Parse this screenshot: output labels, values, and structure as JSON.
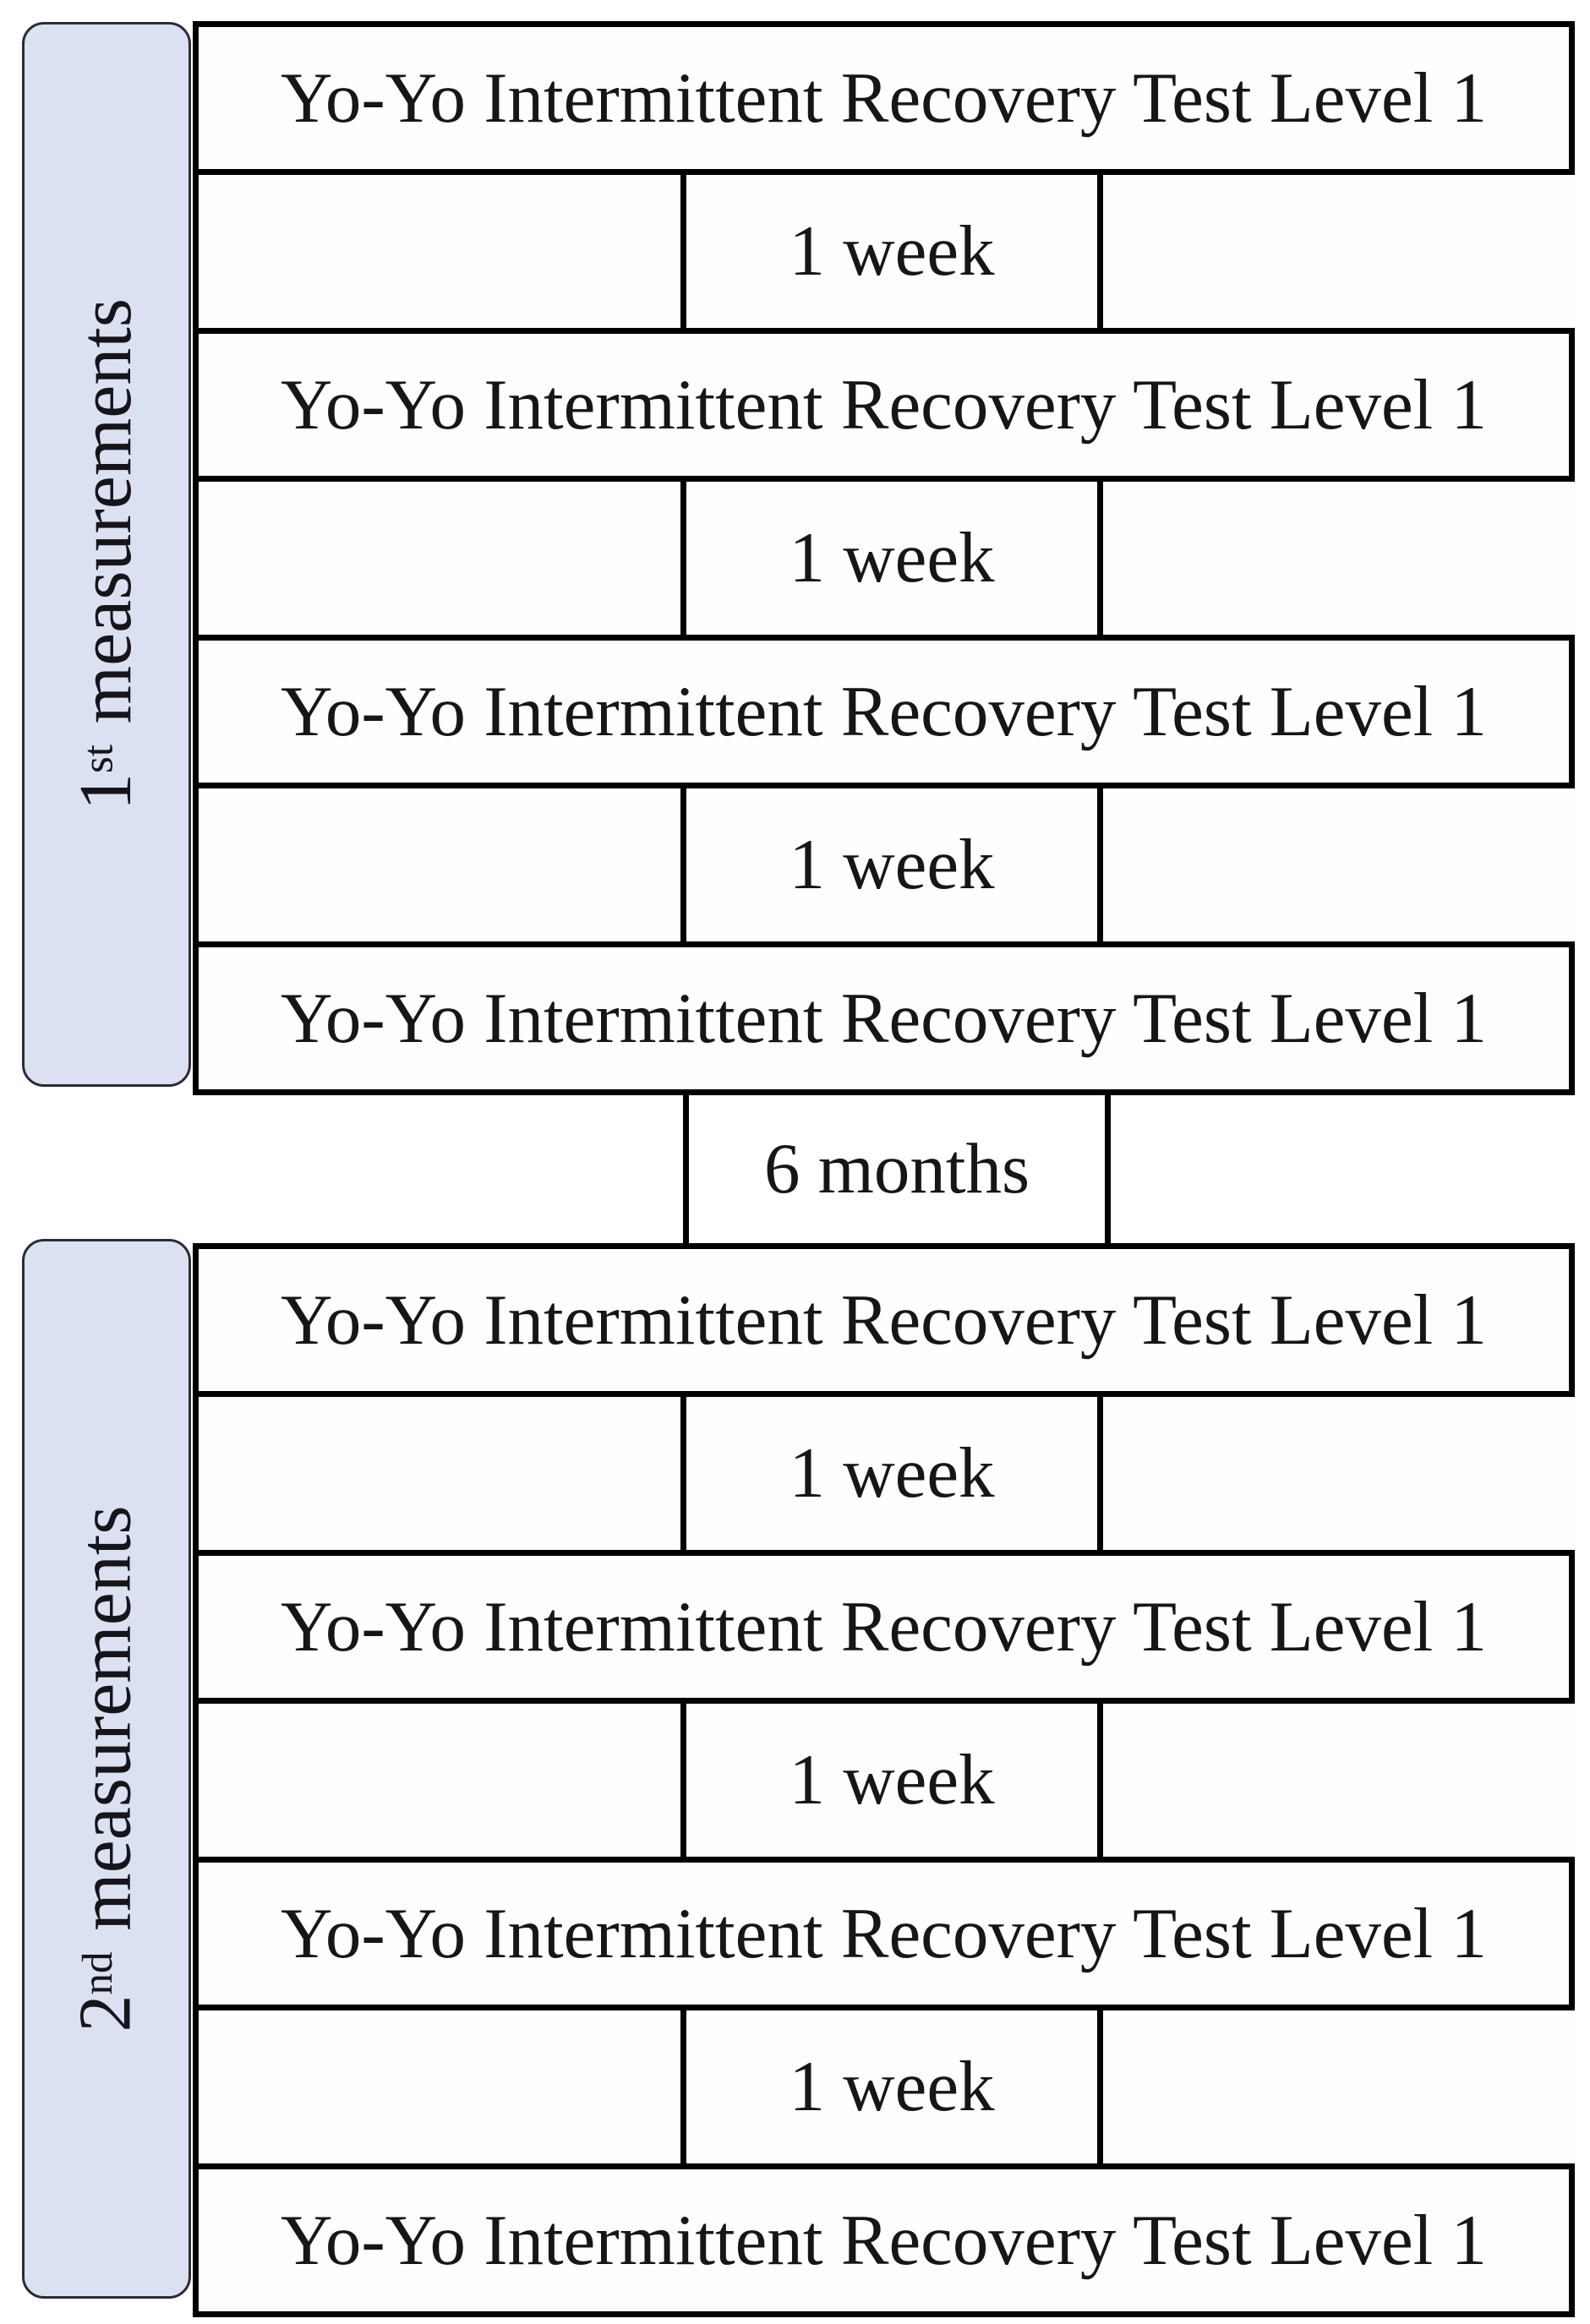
{
  "phases": [
    {
      "sidebar": {
        "number": "1",
        "ordinal_suffix": "st",
        "word": "measurements"
      },
      "tests": [
        "Yo-Yo Intermittent Recovery Test Level 1",
        "Yo-Yo Intermittent Recovery Test Level 1",
        "Yo-Yo Intermittent Recovery Test Level 1",
        "Yo-Yo Intermittent Recovery Test Level 1"
      ],
      "intervals": [
        "1 week",
        "1 week",
        "1 week"
      ]
    },
    {
      "sidebar": {
        "number": "2",
        "ordinal_suffix": "nd",
        "word": "measurements"
      },
      "tests": [
        "Yo-Yo Intermittent Recovery Test Level 1",
        "Yo-Yo Intermittent Recovery Test Level 1",
        "Yo-Yo Intermittent Recovery Test Level 1",
        "Yo-Yo Intermittent Recovery Test Level 1"
      ],
      "intervals": [
        "1 week",
        "1 week",
        "1 week"
      ]
    }
  ],
  "between_phases": {
    "label": "6 months"
  },
  "colors": {
    "background": "#ffffff",
    "box_fill": "#fefefe",
    "box_border": "#000000",
    "sidebar_fill": "#dce1f1",
    "sidebar_border": "#2b2b33",
    "text": "#15151a"
  }
}
